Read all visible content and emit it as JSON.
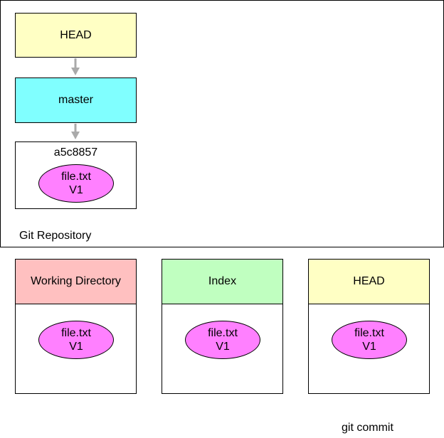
{
  "repository": {
    "label": "Git Repository",
    "head_label": "HEAD",
    "branch_label": "master",
    "commit": {
      "id": "a5c8857",
      "blob": {
        "name": "file.txt",
        "version": "V1"
      }
    }
  },
  "areas": [
    {
      "title": "Working Directory",
      "blob": {
        "name": "file.txt",
        "version": "V1"
      }
    },
    {
      "title": "Index",
      "blob": {
        "name": "file.txt",
        "version": "V1"
      }
    },
    {
      "title": "HEAD",
      "blob": {
        "name": "file.txt",
        "version": "V1"
      }
    }
  ],
  "caption": "git commit",
  "colors": {
    "head": "#ffffc4",
    "branch": "#80ffff",
    "blob": "#ff80ff",
    "working_directory": "#ffc0c0",
    "index": "#c0ffc0",
    "arrow": "#aaaaaa"
  }
}
